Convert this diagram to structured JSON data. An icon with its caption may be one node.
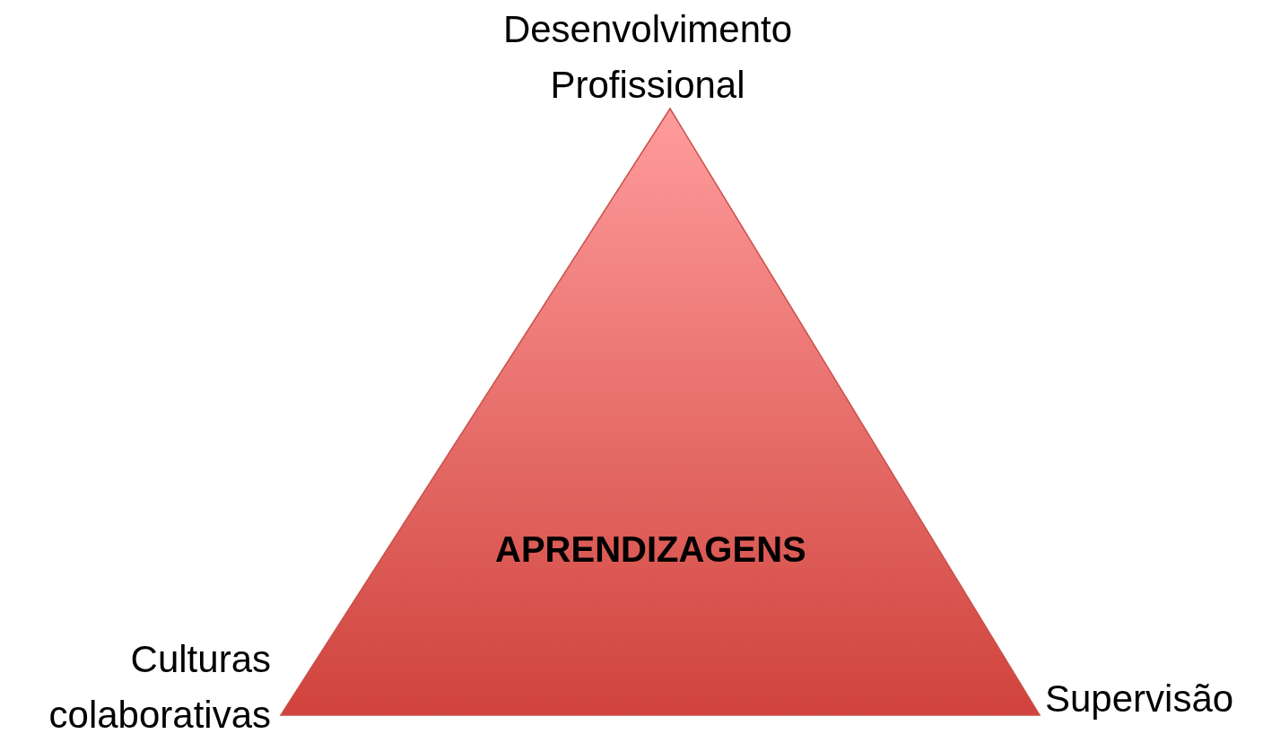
{
  "diagram": {
    "nodes": [
      {
        "text": [
          "APRENDIZAGENS"
        ]
      }
    ],
    "labels": [
      "Desenvolvimento Profissional",
      "Culturas colaborativas",
      "Supervisão"
    ]
  }
}
